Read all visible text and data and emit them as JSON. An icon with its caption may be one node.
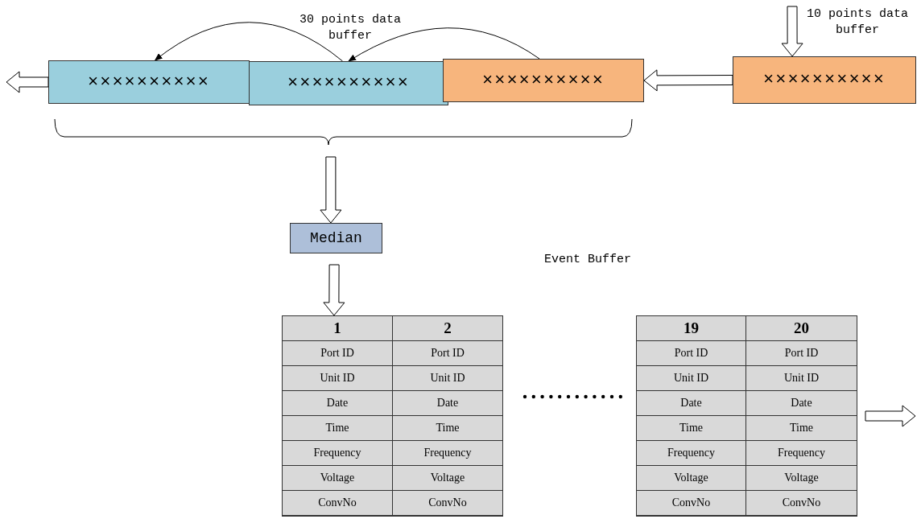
{
  "diagram": {
    "nodes": [
      {
        "text": [
          "××××××××××"
        ]
      },
      {
        "text": [
          "××××××××××"
        ]
      },
      {
        "text": [
          "××××××××××"
        ]
      },
      {
        "text": [
          "××××××××××"
        ]
      },
      {
        "text": [
          "Median"
        ]
      },
      {
        "text": [
          "1",
          "Port ID",
          "Unit ID",
          "Date",
          "Time",
          "Frequency",
          "Voltage",
          "ConvNo"
        ]
      },
      {
        "text": [
          "2",
          "Port ID",
          "Unit ID",
          "Date",
          "Time",
          "Frequency",
          "Voltage",
          "ConvNo"
        ]
      },
      {
        "text": [
          "19",
          "Port ID",
          "Unit ID",
          "Date",
          "Time",
          "Frequency",
          "Voltage",
          "ConvNo"
        ]
      },
      {
        "text": [
          "20",
          "Port ID",
          "Unit ID",
          "Date",
          "Time",
          "Frequency",
          "Voltage",
          "ConvNo"
        ]
      }
    ],
    "edges": [
      {
        "from": null,
        "to": 3,
        "arrow": "to"
      },
      {
        "from": 3,
        "to": 2,
        "arrow": "to"
      },
      {
        "from": 2,
        "to": 1,
        "arrow": "to"
      },
      {
        "from": 1,
        "to": 0,
        "arrow": "to"
      },
      {
        "from": 0,
        "to": null,
        "arrow": "to"
      },
      {
        "from": null,
        "to": 4,
        "arrow": "to"
      },
      {
        "from": 4,
        "to": 5,
        "arrow": "to"
      },
      {
        "from": 8,
        "to": null,
        "arrow": "to"
      }
    ],
    "labels": [
      "30 points data buffer",
      "10 points data buffer",
      "Event Buffer"
    ]
  }
}
